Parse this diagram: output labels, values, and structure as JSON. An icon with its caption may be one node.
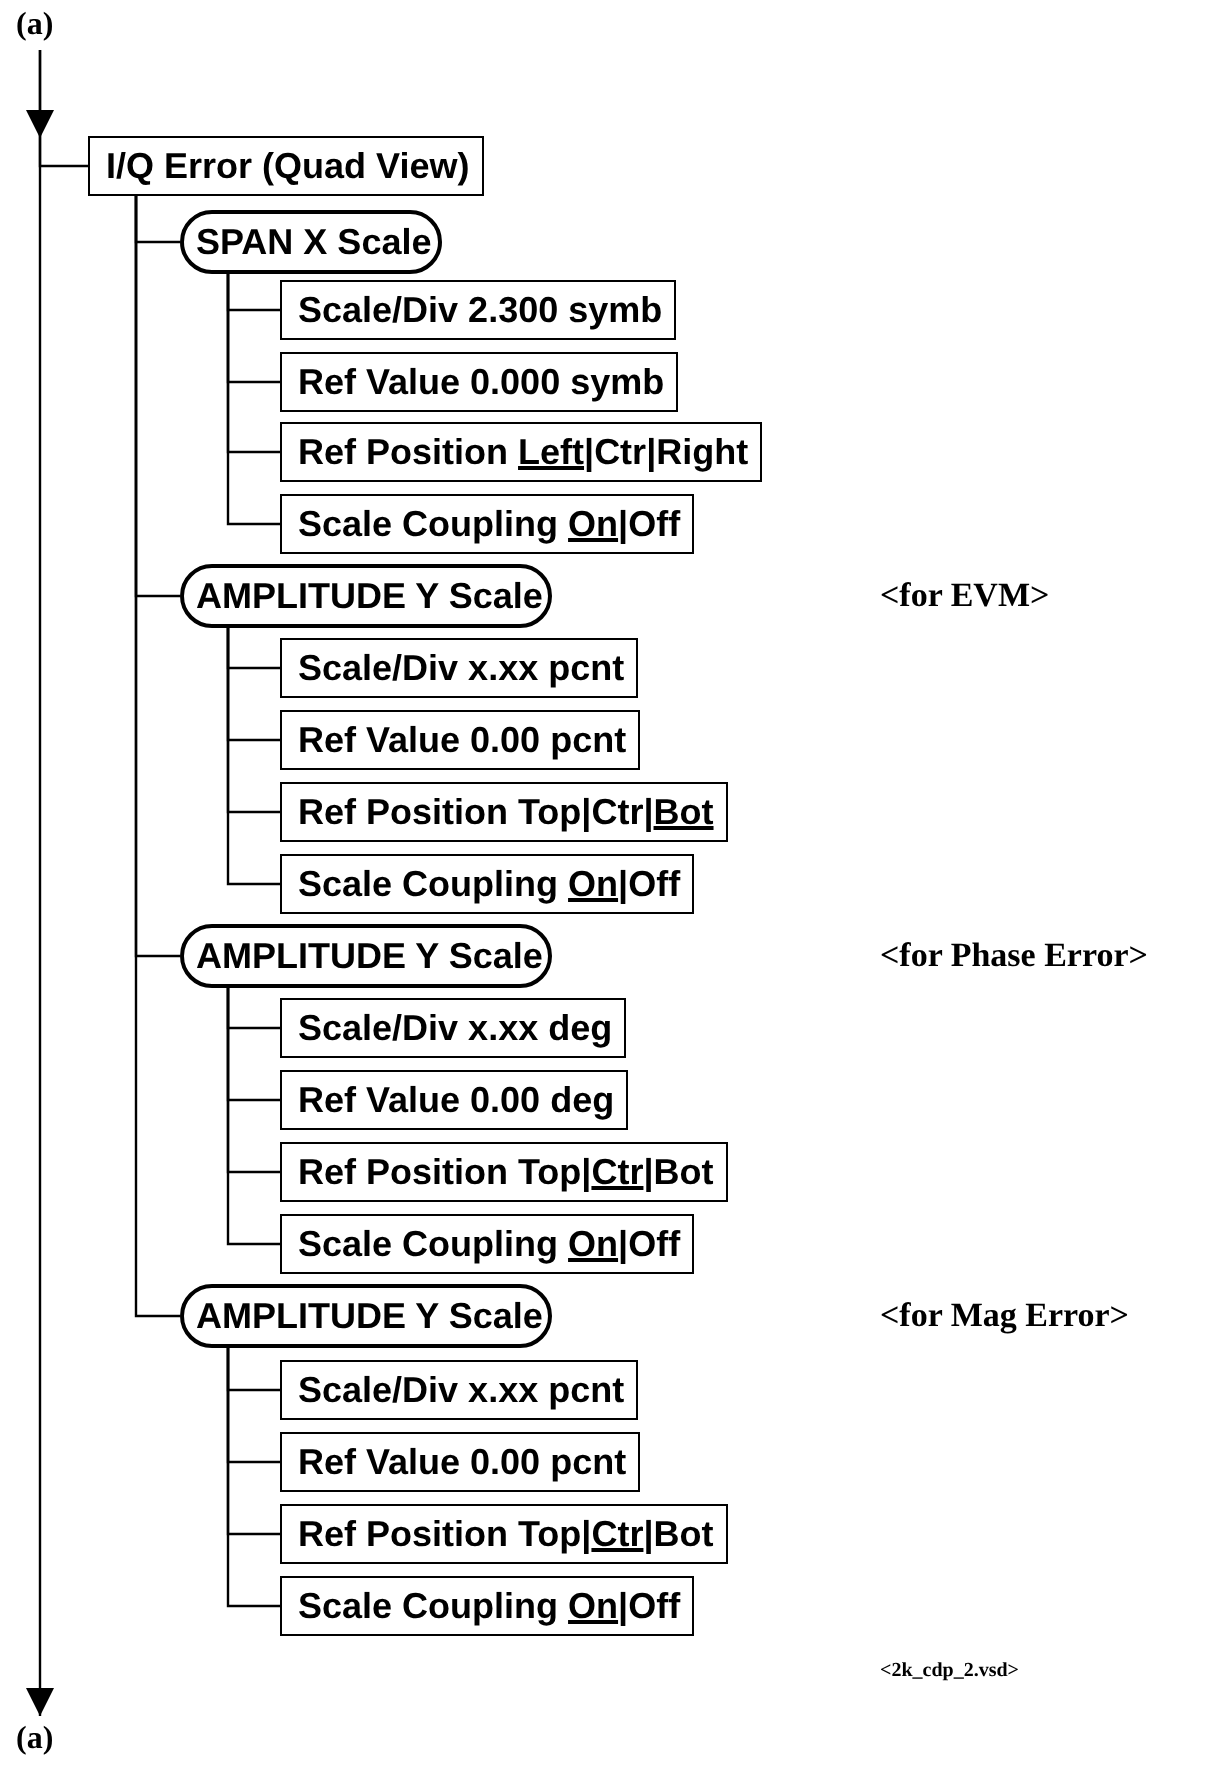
{
  "diagram": {
    "nodes": [
      {
        "text": [
          "(a)"
        ]
      },
      {
        "text": [
          "(a)"
        ]
      },
      {
        "text": [
          "I/Q Error (Quad View)"
        ]
      },
      {
        "text": [
          "SPAN X Scale"
        ]
      },
      {
        "text": [
          "Scale/Div 2.300 symb"
        ]
      },
      {
        "text": [
          "Ref Value 0.000 symb"
        ]
      },
      {
        "text": [
          "Ref Position Left|Ctr|Right"
        ]
      },
      {
        "text": [
          "Scale Coupling On|Off"
        ]
      },
      {
        "text": [
          "AMPLITUDE Y Scale"
        ]
      },
      {
        "text": [
          "Scale/Div x.xx pcnt"
        ]
      },
      {
        "text": [
          "Ref Value 0.00 pcnt"
        ]
      },
      {
        "text": [
          "Ref Position Top|Ctr|Bot"
        ]
      },
      {
        "text": [
          "Scale Coupling On|Off"
        ]
      },
      {
        "text": [
          "AMPLITUDE Y Scale"
        ]
      },
      {
        "text": [
          "Scale/Div x.xx deg"
        ]
      },
      {
        "text": [
          "Ref Value 0.00 deg"
        ]
      },
      {
        "text": [
          "Ref Position Top|Ctr|Bot"
        ]
      },
      {
        "text": [
          "Scale Coupling On|Off"
        ]
      },
      {
        "text": [
          "AMPLITUDE Y Scale"
        ]
      },
      {
        "text": [
          "Scale/Div x.xx pcnt"
        ]
      },
      {
        "text": [
          "Ref Value 0.00 pcnt"
        ]
      },
      {
        "text": [
          "Ref Position Top|Ctr|Bot"
        ]
      },
      {
        "text": [
          "Scale Coupling On|Off"
        ]
      }
    ],
    "edges": [
      {
        "from": 0,
        "to": 1,
        "arrow": "to"
      },
      {
        "from": 0,
        "to": 2,
        "arrow": "none"
      },
      {
        "from": 2,
        "to": 3,
        "arrow": "none"
      },
      {
        "from": 3,
        "to": 4,
        "arrow": "none"
      },
      {
        "from": 3,
        "to": 5,
        "arrow": "none"
      },
      {
        "from": 3,
        "to": 6,
        "arrow": "none"
      },
      {
        "from": 3,
        "to": 7,
        "arrow": "none"
      },
      {
        "from": 2,
        "to": 8,
        "arrow": "none"
      },
      {
        "from": 8,
        "to": 9,
        "arrow": "none"
      },
      {
        "from": 8,
        "to": 10,
        "arrow": "none"
      },
      {
        "from": 8,
        "to": 11,
        "arrow": "none"
      },
      {
        "from": 8,
        "to": 12,
        "arrow": "none"
      },
      {
        "from": 2,
        "to": 13,
        "arrow": "none"
      },
      {
        "from": 13,
        "to": 14,
        "arrow": "none"
      },
      {
        "from": 13,
        "to": 15,
        "arrow": "none"
      },
      {
        "from": 13,
        "to": 16,
        "arrow": "none"
      },
      {
        "from": 13,
        "to": 17,
        "arrow": "none"
      },
      {
        "from": 2,
        "to": 18,
        "arrow": "none"
      },
      {
        "from": 18,
        "to": 19,
        "arrow": "none"
      },
      {
        "from": 18,
        "to": 20,
        "arrow": "none"
      },
      {
        "from": 18,
        "to": 21,
        "arrow": "none"
      },
      {
        "from": 18,
        "to": 22,
        "arrow": "none"
      }
    ],
    "labels": [
      "<for EVM>",
      "<for Phase Error>",
      "<for Mag Error>",
      "<2k_cdp_2.vsd>"
    ]
  }
}
